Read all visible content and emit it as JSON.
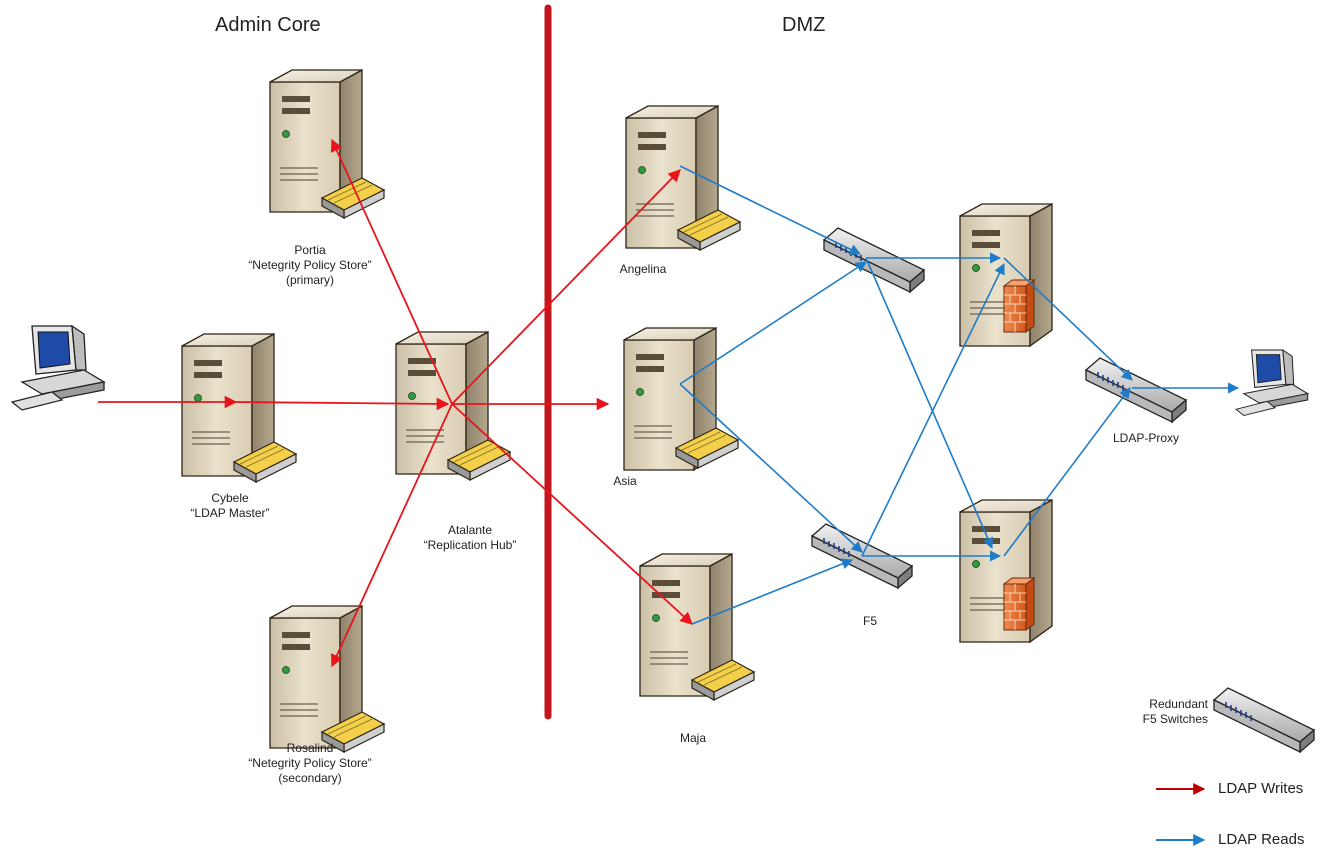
{
  "zones": {
    "left": "Admin Core",
    "right": "DMZ"
  },
  "servers": {
    "portia": {
      "name": "Portia",
      "role": "“Netegrity Policy Store”",
      "note": "(primary)"
    },
    "cybele": {
      "name": "Cybele",
      "role": "“LDAP Master”"
    },
    "atalante": {
      "name": "Atalante",
      "role": "“Replication Hub”"
    },
    "rosalind": {
      "name": "Rosalind",
      "role": "“Netegrity Policy Store”",
      "note": "(secondary)"
    },
    "angelina": {
      "name": "Angelina"
    },
    "asia": {
      "name": "Asia"
    },
    "maja": {
      "name": "Maja"
    }
  },
  "switch_labels": {
    "f5": "F5",
    "proxy": "LDAP-Proxy"
  },
  "legend": {
    "switch_line1": "Redundant",
    "switch_line2": "F5 Switches",
    "writes": "LDAP Writes",
    "reads": "LDAP Reads"
  },
  "colors": {
    "writes": "#e8141c",
    "reads": "#1f7cc8",
    "divider": "#c4161c",
    "legend_writes": "#c00000"
  },
  "icons": {
    "server": "tower-server-icon",
    "workstation": "desktop-computer-icon",
    "switch": "network-switch-icon",
    "firewall": "firewall-icon"
  }
}
